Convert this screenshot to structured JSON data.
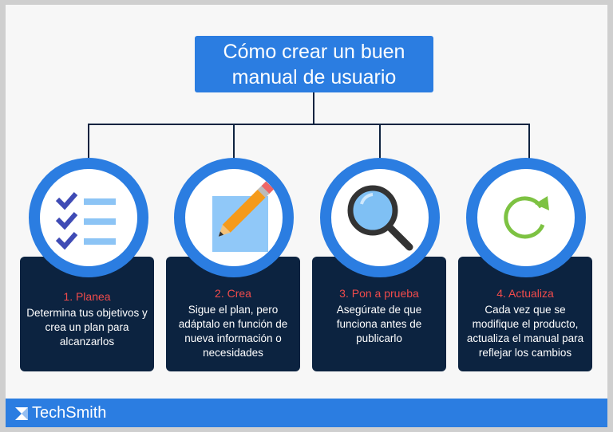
{
  "title": "Cómo crear un buen manual de usuario",
  "steps": [
    {
      "heading": "1. Planea",
      "text": "Determina tus objetivos y crea un plan para alcanzarlos",
      "icon": "checklist-icon"
    },
    {
      "heading": "2. Crea",
      "text": "Sigue el plan, pero adáptalo en función de nueva información o necesidades",
      "icon": "pencil-icon"
    },
    {
      "heading": "3. Pon a prueba",
      "text": "Asegúrate de que funciona antes de publicarlo",
      "icon": "magnifier-icon"
    },
    {
      "heading": "4. Actualiza",
      "text": "Cada vez que se modifique el producto, actualiza el manual para reflejar los cambios",
      "icon": "refresh-icon"
    }
  ],
  "footer": {
    "brand": "TechSmith"
  },
  "colors": {
    "blue": "#2b7de1",
    "navy": "#0c2340",
    "red": "#f04b4b"
  }
}
